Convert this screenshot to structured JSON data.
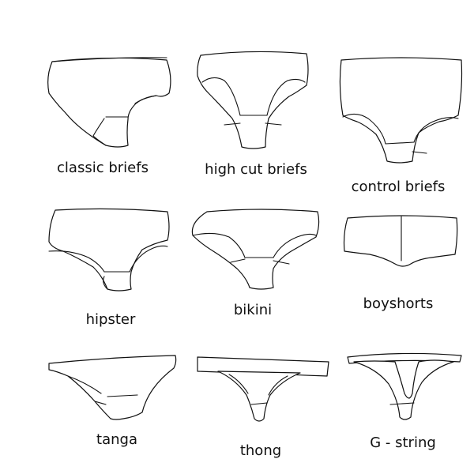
{
  "styles": [
    {
      "id": "classic-briefs",
      "label": "classic briefs"
    },
    {
      "id": "high-cut-briefs",
      "label": "high cut briefs"
    },
    {
      "id": "control-briefs",
      "label": "control  briefs"
    },
    {
      "id": "hipster",
      "label": "hipster"
    },
    {
      "id": "bikini",
      "label": "bikini"
    },
    {
      "id": "boyshorts",
      "label": "boyshorts"
    },
    {
      "id": "tanga",
      "label": "tanga"
    },
    {
      "id": "thong",
      "label": "thong"
    },
    {
      "id": "g-string",
      "label": "G - string"
    }
  ]
}
